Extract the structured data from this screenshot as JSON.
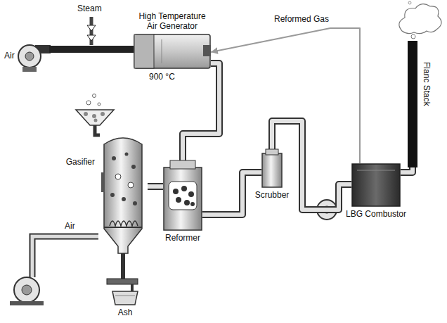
{
  "diagram": {
    "nodes": [
      {
        "text": [
          "High Temperature Air Generator"
        ]
      },
      {
        "text": [
          "Gasifier"
        ]
      },
      {
        "text": [
          "Reformer"
        ]
      },
      {
        "text": [
          "Scrubber"
        ]
      },
      {
        "text": [
          "LBG Combustor"
        ]
      },
      {
        "text": [
          "Flanc Stack"
        ]
      }
    ],
    "edges": [
      {
        "from": 1,
        "to": 2,
        "arrow": "none"
      },
      {
        "from": 0,
        "to": 2,
        "arrow": "none"
      },
      {
        "from": 2,
        "to": 3,
        "arrow": "none"
      },
      {
        "from": 3,
        "to": 4,
        "arrow": "none"
      },
      {
        "from": 4,
        "to": 5,
        "arrow": "none"
      },
      {
        "from": 4,
        "to": 0,
        "label": "Reformed Gas",
        "arrow": "to"
      }
    ],
    "labels": [
      "Steam",
      "Air",
      "900 °C",
      "Air",
      "Ash"
    ]
  }
}
